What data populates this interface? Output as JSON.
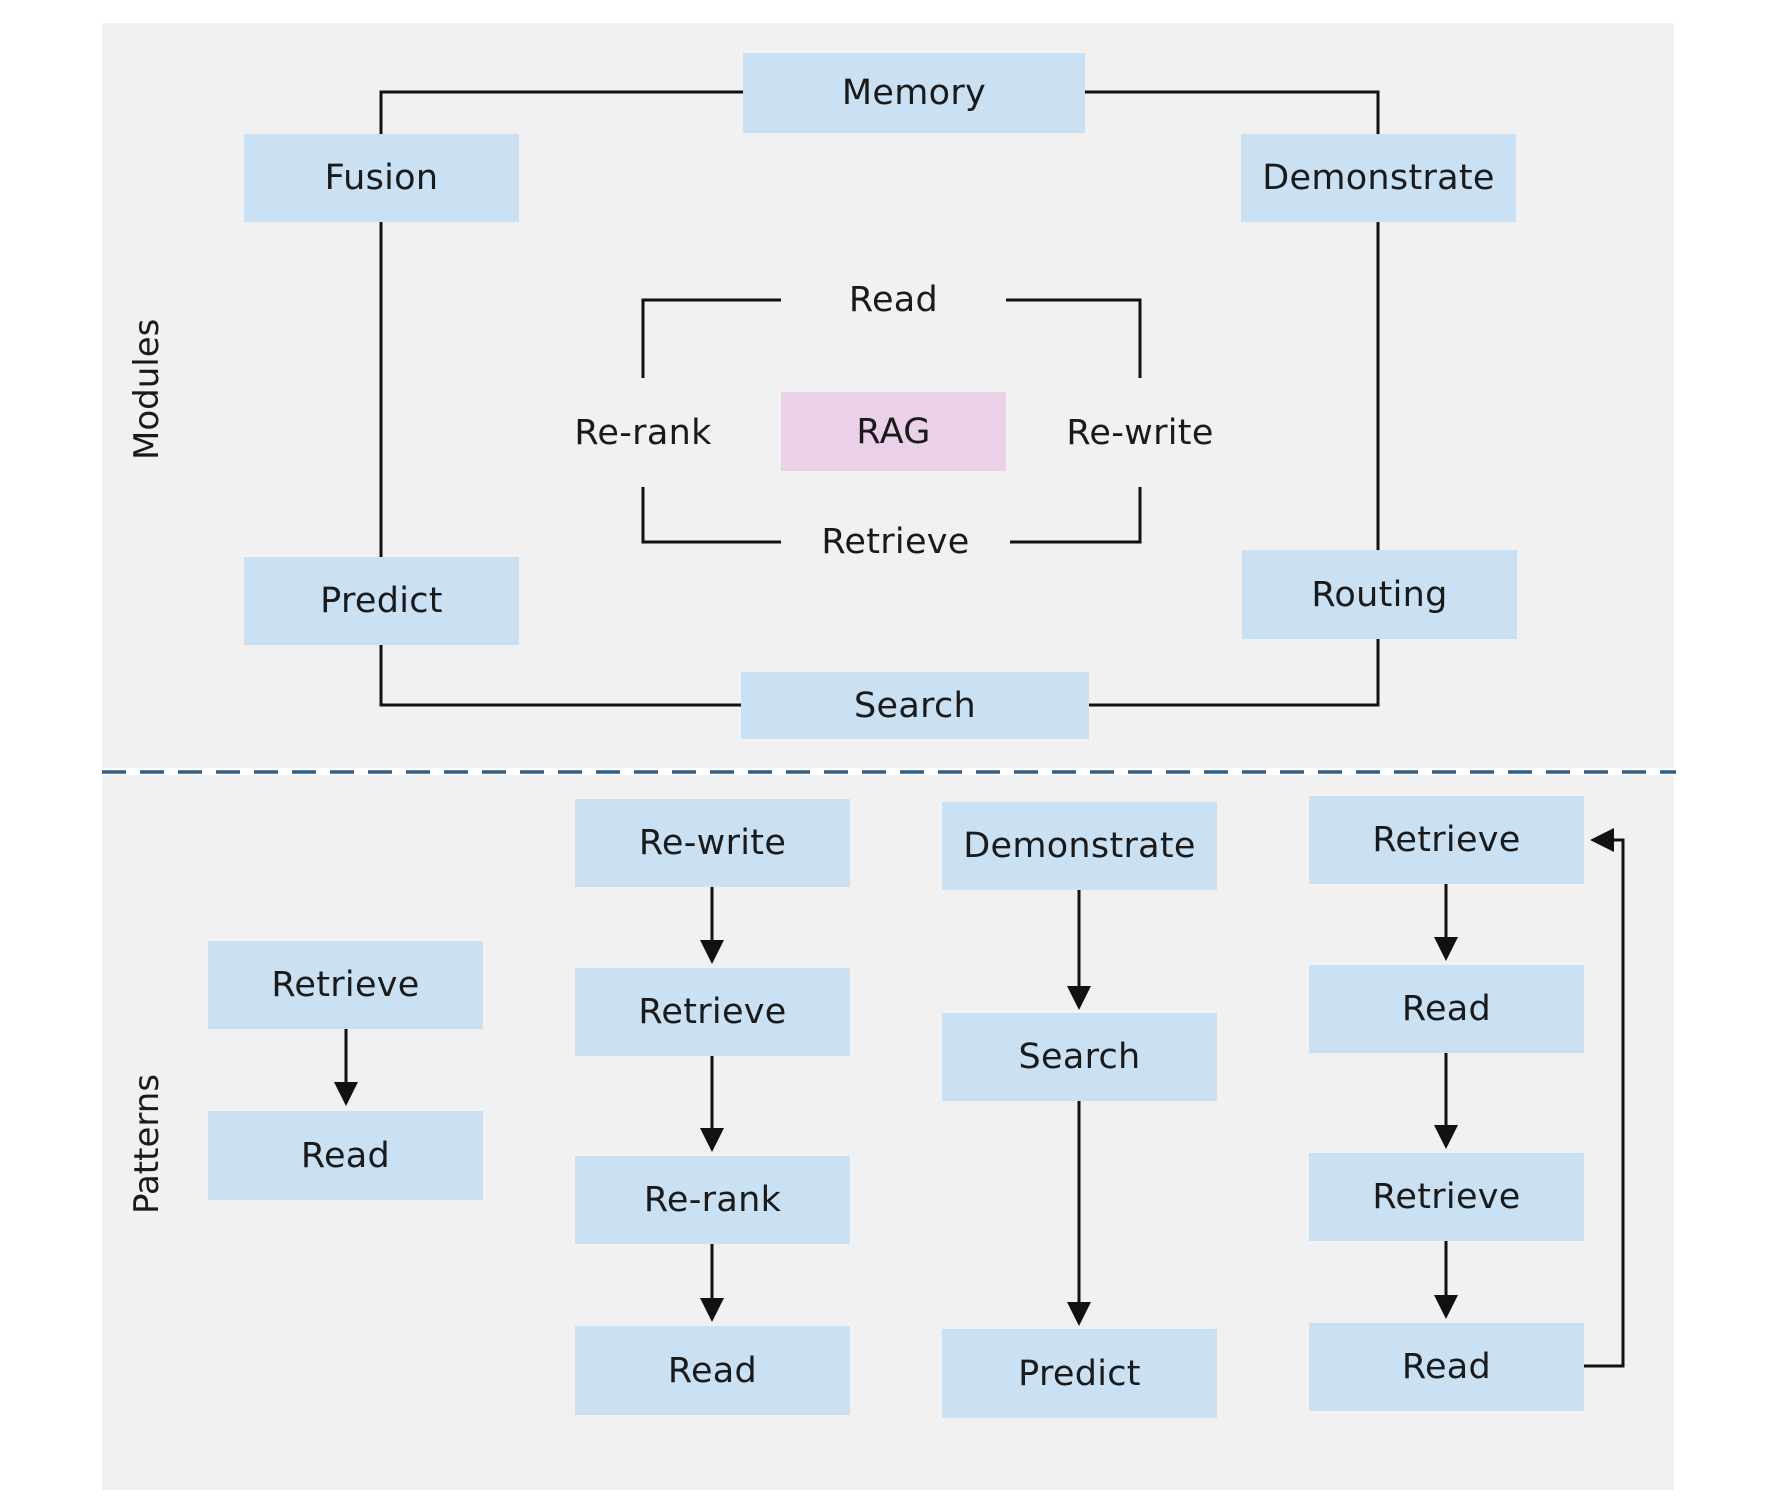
{
  "sections": {
    "modules_label": "Modules",
    "patterns_label": "Patterns"
  },
  "modules": {
    "outer_ring": {
      "memory": "Memory",
      "fusion": "Fusion",
      "demonstrate": "Demonstrate",
      "predict": "Predict",
      "routing": "Routing",
      "search": "Search"
    },
    "inner_ring": {
      "read": "Read",
      "rerank": "Re-rank",
      "center": "RAG",
      "rewrite": "Re-write",
      "retrieve": "Retrieve"
    }
  },
  "patterns": {
    "col1": [
      "Retrieve",
      "Read"
    ],
    "col2": [
      "Re-write",
      "Retrieve",
      "Re-rank",
      "Read"
    ],
    "col3": [
      "Demonstrate",
      "Search",
      "Predict"
    ],
    "col4": [
      "Retrieve",
      "Read",
      "Retrieve",
      "Read"
    ]
  },
  "colors": {
    "box_blue": "#c9e1f2",
    "box_pink": "#ead0e9",
    "panel_gray": "#f1f1f1",
    "divider_dashed": "#2f5f86",
    "line_black": "#111111"
  }
}
